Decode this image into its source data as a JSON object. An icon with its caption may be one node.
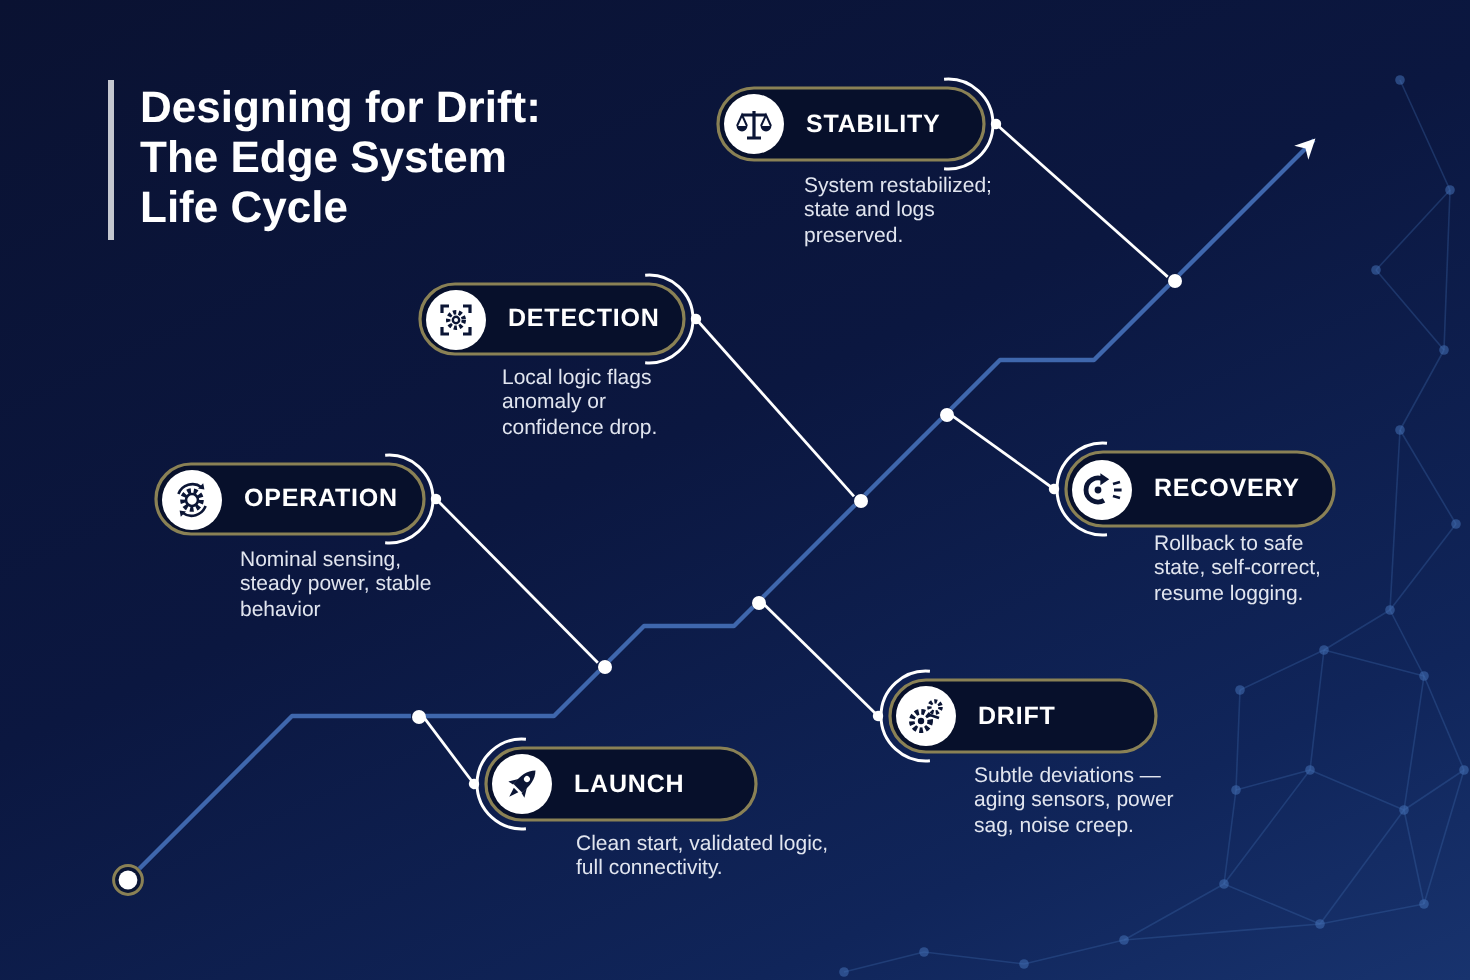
{
  "diagram": {
    "title": "Designing for Drift: The Edge System Life Cycle",
    "nodes": [
      {
        "text": [
          "LAUNCH"
        ],
        "beside": [
          "Clean start, validated logic, full connectivity."
        ]
      },
      {
        "text": [
          "OPERATION"
        ],
        "beside": [
          "Nominal sensing, steady power, stable behavior"
        ]
      },
      {
        "text": [
          "DRIFT"
        ],
        "beside": [
          "Subtle deviations — aging sensors, power sag, noise creep."
        ]
      },
      {
        "text": [
          "DETECTION"
        ],
        "beside": [
          "Local logic flags anomaly or confidence drop."
        ]
      },
      {
        "text": [
          "RECOVERY"
        ],
        "beside": [
          "Rollback to safe state, self-correct, resume logging."
        ]
      },
      {
        "text": [
          "STABILITY"
        ],
        "beside": [
          "System restabilized; state and logs preserved."
        ]
      },
      {
        "text": [],
        "shape": "circle"
      },
      {
        "text": [],
        "shape": "circle"
      },
      {
        "text": [],
        "shape": "circle"
      },
      {
        "text": [],
        "shape": "circle"
      },
      {
        "text": [],
        "shape": "circle"
      },
      {
        "text": [],
        "shape": "circle"
      },
      {
        "text": [],
        "shape": "circle"
      }
    ],
    "edges": [
      {
        "from": 6,
        "to": 7,
        "arrow": "none"
      },
      {
        "from": 7,
        "to": 8,
        "arrow": "none"
      },
      {
        "from": 8,
        "to": 9,
        "arrow": "none"
      },
      {
        "from": 9,
        "to": 10,
        "arrow": "none"
      },
      {
        "from": 10,
        "to": 11,
        "arrow": "none"
      },
      {
        "from": 11,
        "to": 12,
        "arrow": "none"
      },
      {
        "from": 12,
        "to": null,
        "arrow": "to"
      },
      {
        "from": 7,
        "to": 0,
        "arrow": "other",
        "color": "#ffffff"
      },
      {
        "from": 8,
        "to": 1,
        "arrow": "other",
        "color": "#ffffff"
      },
      {
        "from": 9,
        "to": 2,
        "arrow": "other",
        "color": "#ffffff"
      },
      {
        "from": 10,
        "to": 3,
        "arrow": "other",
        "color": "#ffffff"
      },
      {
        "from": 11,
        "to": 4,
        "arrow": "other",
        "color": "#ffffff"
      },
      {
        "from": 12,
        "to": 5,
        "arrow": "other",
        "color": "#ffffff"
      }
    ]
  }
}
